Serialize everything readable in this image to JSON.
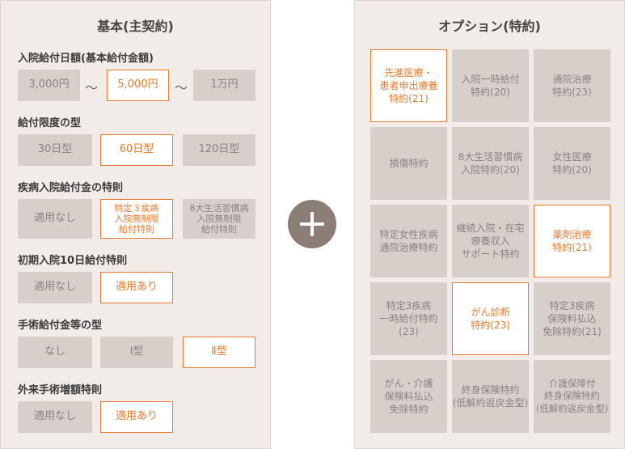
{
  "basic": {
    "title": "基本(主契約)",
    "sections": [
      {
        "label": "入院給付日額(基本給付金額)",
        "options": [
          "3,000円",
          "5,000円",
          "1万円"
        ],
        "separator": "〜"
      },
      {
        "label": "給付限度の型",
        "options": [
          "30日型",
          "60日型",
          "120日型"
        ]
      },
      {
        "label": "疾病入院給付金の特則",
        "options": [
          "適用なし",
          "特定３疾病\n入院無制限\n給付特則",
          "8大生活習慣病\n入院無制限\n給付特則"
        ]
      },
      {
        "label": "初期入院10日給付特則",
        "options": [
          "適用なし",
          "適用あり"
        ]
      },
      {
        "label": "手術給付金等の型",
        "options": [
          "なし",
          "Ⅰ型",
          "Ⅱ型"
        ]
      },
      {
        "label": "外来手術増額特則",
        "options": [
          "適用なし",
          "適用あり"
        ]
      }
    ]
  },
  "options": {
    "title": "オプション(特約)",
    "cells": [
      "先進医療・\n患者申出療養\n特約(21)",
      "入院一時給付\n特約(20)",
      "通院治療\n特約(23)",
      "損傷特約",
      "8大生活習慣病\n入院特約(20)",
      "女性医療\n特約(20)",
      "特定女性疾病\n通院治療特約",
      "継続入院・在宅\n療養収入\nサポート特約",
      "薬剤治療\n特約(21)",
      "特定3疾病\n一時給付特約(23)",
      "がん診断\n特約(23)",
      "特定3疾病\n保険料払込\n免除特約(21)",
      "がん・介護\n保険料払込\n免除特約",
      "終身保険特約\n(低解約返戻金型)",
      "介護保障付\n終身保険特約\n(低解約返戻金型)"
    ]
  },
  "colors": {
    "accent": "#ec7a2b",
    "panel_bg": "#f1ece8",
    "option_bg": "#d6cfca",
    "plus_bg": "#8a7e77"
  },
  "icons": {
    "plus": "plus-icon"
  }
}
